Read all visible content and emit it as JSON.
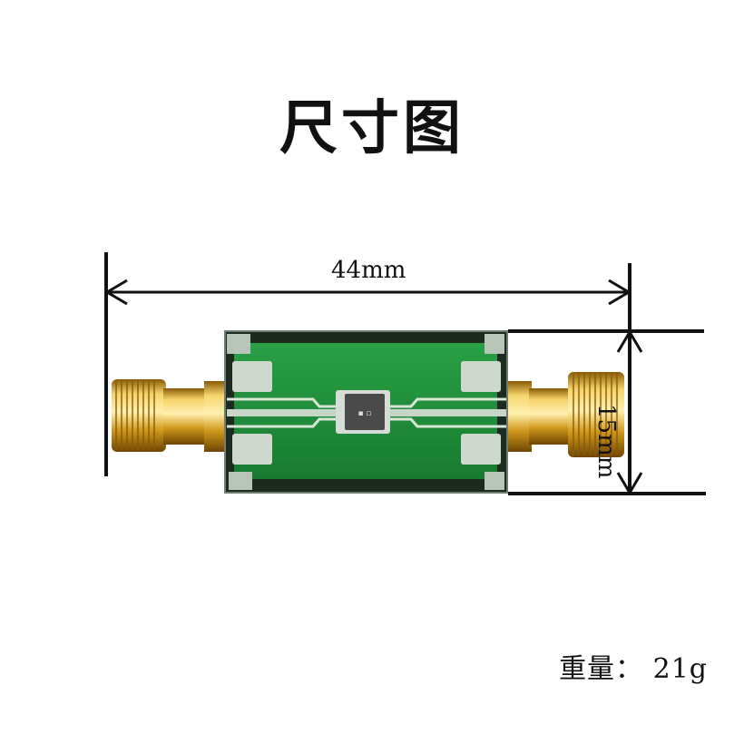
{
  "title": "尺寸图",
  "dimensions": {
    "width_label": "44mm",
    "height_label": "15mm"
  },
  "weight": {
    "label": "重量：",
    "value": "21g"
  },
  "colors": {
    "pcb_green": "#1f8f3a",
    "pcb_edge": "#0f5a22",
    "gold": "#d9a420",
    "trace": "#d8e6d8",
    "line": "#111111"
  },
  "icons": [
    "sma-connector-icon",
    "rf-chip-icon"
  ]
}
